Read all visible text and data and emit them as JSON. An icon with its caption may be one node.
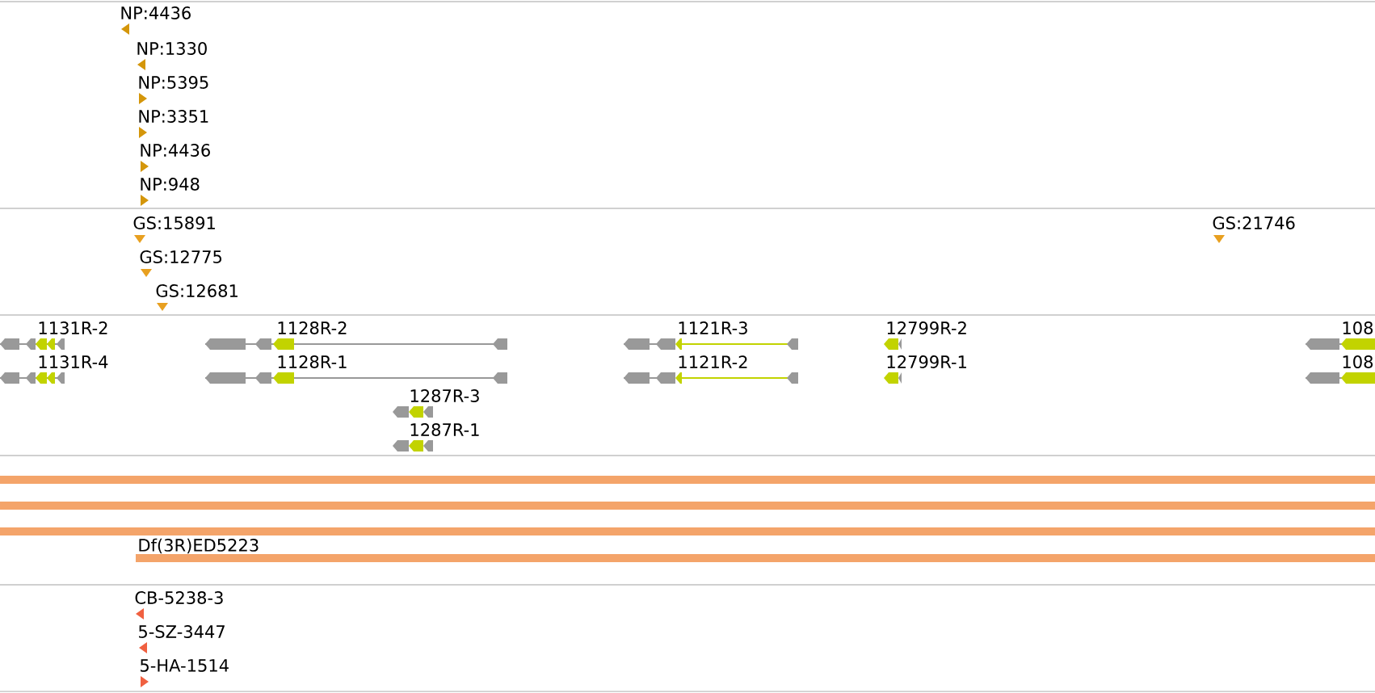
{
  "diagram": {
    "labels": [
      "NP:4436",
      "NP:1330",
      "NP:5395",
      "NP:3351",
      "NP:4436",
      "NP:948",
      "GS:15891",
      "GS:21746",
      "GS:12775",
      "GS:12681",
      "1131R-2",
      "1128R-2",
      "1121R-3",
      "12799R-2",
      "108",
      "1131R-4",
      "1128R-1",
      "1121R-2",
      "12799R-1",
      "108",
      "1287R-3",
      "1287R-1",
      "Df(3R)ED5223",
      "CB-5238-3",
      "5-SZ-3447",
      "5-HA-1514"
    ]
  }
}
